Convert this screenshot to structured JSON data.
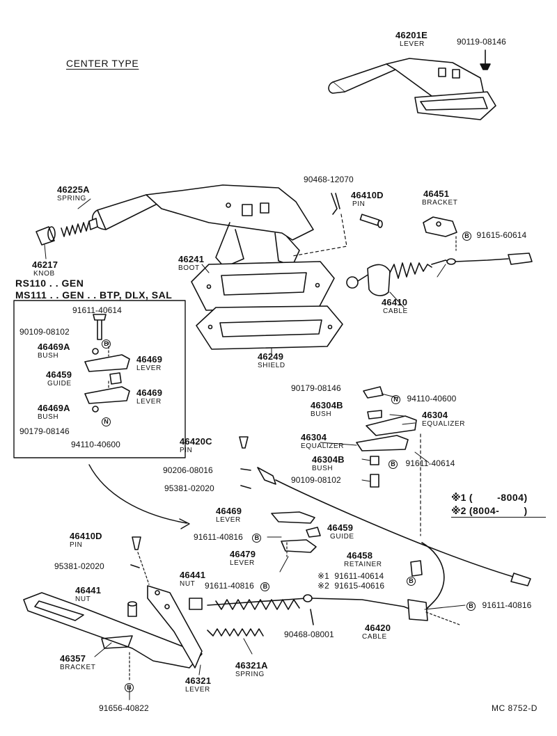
{
  "title": "CENTER TYPE",
  "models": [
    "RS110 . . GEN",
    "MS111 . . GEN . . BTP, DLX, SAL"
  ],
  "badges": {
    "b": "B",
    "n": "N"
  },
  "legend": {
    "note1_mark": "※1",
    "note1_range": "(        -8004)",
    "note2_mark": "※2",
    "note2_range": "(8004-        )"
  },
  "footer_code": "MC  8752-D",
  "callouts": {
    "c46201E": {
      "pn": "46201E",
      "name": "LEVER"
    },
    "c90119": {
      "pn": "90119-08146"
    },
    "c46225A": {
      "pn": "46225A",
      "name": "SPRING"
    },
    "c46217": {
      "pn": "46217",
      "name": "KNOB"
    },
    "c46241": {
      "pn": "46241",
      "name": "BOOT"
    },
    "c90468a": {
      "pn": "90468-12070"
    },
    "c46410D": {
      "pn": "46410D",
      "name": "PIN"
    },
    "c46451": {
      "pn": "46451",
      "name": "BRACKET"
    },
    "c91615a": {
      "pn": "91615-60614"
    },
    "c46410": {
      "pn": "46410",
      "name": "CABLE"
    },
    "c46249": {
      "pn": "46249",
      "name": "SHIELD"
    },
    "c91611a": {
      "pn": "91611-40614"
    },
    "c90109a": {
      "pn": "90109-08102"
    },
    "c46469Aa": {
      "pn": "46469A",
      "name": "BUSH"
    },
    "c46469a": {
      "pn": "46469",
      "name": "LEVER"
    },
    "c46459a": {
      "pn": "46459",
      "name": "GUIDE"
    },
    "c46469b": {
      "pn": "46469",
      "name": "LEVER"
    },
    "c46469Ab": {
      "pn": "46469A",
      "name": "BUSH"
    },
    "c90179a": {
      "pn": "90179-08146"
    },
    "c94110a": {
      "pn": "94110-40600"
    },
    "c90179b": {
      "pn": "90179-08146"
    },
    "c94110b": {
      "pn": "94110-40600"
    },
    "c46304Ba": {
      "pn": "46304B",
      "name": "BUSH"
    },
    "c46304a": {
      "pn": "46304",
      "name": "EQUALIZER"
    },
    "c46304b": {
      "pn": "46304",
      "name": "EQUALIZER"
    },
    "c46304Bb": {
      "pn": "46304B",
      "name": "BUSH"
    },
    "c91611b": {
      "pn": "91611-40614"
    },
    "c90109b": {
      "pn": "90109-08102"
    },
    "c46420C": {
      "pn": "46420C",
      "name": "PIN"
    },
    "c90206": {
      "pn": "90206-08016"
    },
    "c95381a": {
      "pn": "95381-02020"
    },
    "c46469c": {
      "pn": "46469",
      "name": "LEVER"
    },
    "c91611c": {
      "pn": "91611-40816"
    },
    "c46459b": {
      "pn": "46459",
      "name": "GUIDE"
    },
    "c46479": {
      "pn": "46479",
      "name": "LEVER"
    },
    "c91611d": {
      "pn": "91611-40816"
    },
    "c46458": {
      "pn": "46458",
      "name": "RETAINER"
    },
    "c91611e": {
      "pn": "91611-40614"
    },
    "c91615b": {
      "pn": "91615-40616"
    },
    "c46410Db": {
      "pn": "46410D",
      "name": "PIN"
    },
    "c95381b": {
      "pn": "95381-02020"
    },
    "c46441a": {
      "pn": "46441",
      "name": "NUT"
    },
    "c46441b": {
      "pn": "46441",
      "name": "NUT"
    },
    "c90468b": {
      "pn": "90468-08001"
    },
    "c46420": {
      "pn": "46420",
      "name": "CABLE"
    },
    "c91611f": {
      "pn": "91611-40816"
    },
    "c46357": {
      "pn": "46357",
      "name": "BRACKET"
    },
    "c46321A": {
      "pn": "46321A",
      "name": "SPRING"
    },
    "c46321": {
      "pn": "46321",
      "name": "LEVER"
    },
    "c91656": {
      "pn": "91656-40822"
    }
  }
}
